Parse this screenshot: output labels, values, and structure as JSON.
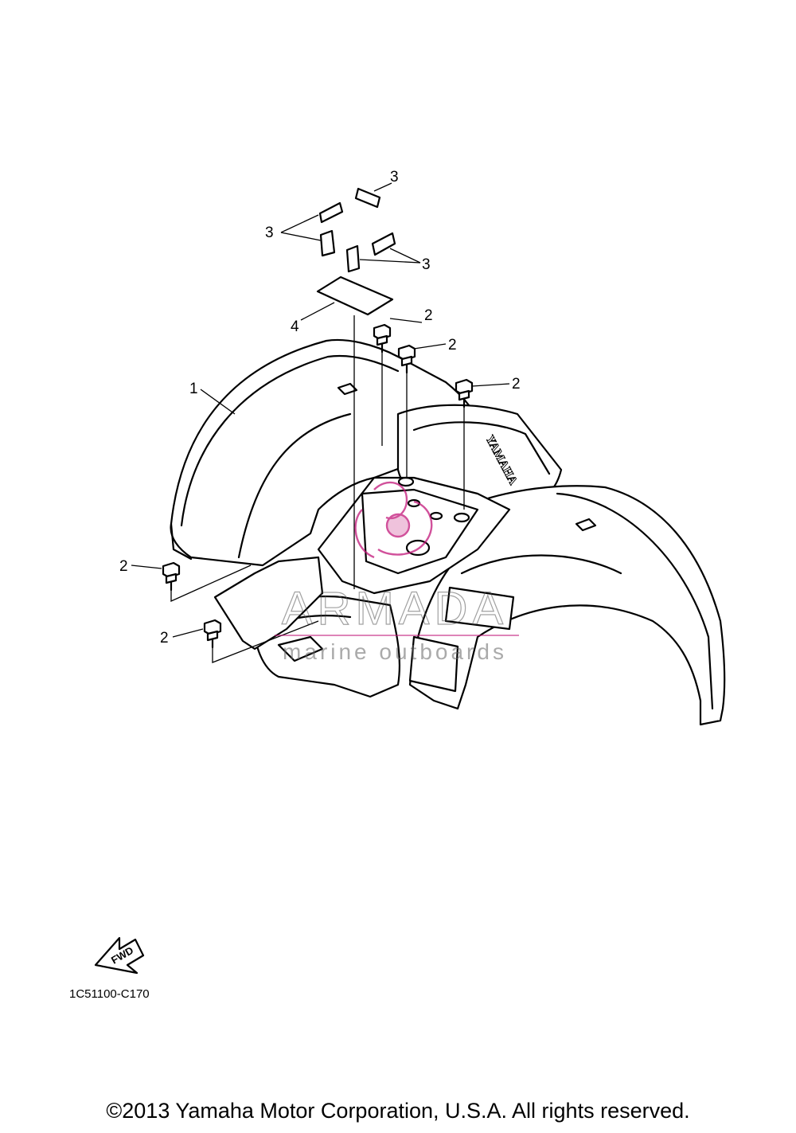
{
  "callouts": {
    "part_1": "1",
    "part_2": "2",
    "part_3": "3",
    "part_4": "4"
  },
  "fender_logo": "YAMAHA",
  "watermark": {
    "brand": "ARMADA",
    "tagline": "marine outboards",
    "color": "#c2187a"
  },
  "fwd_label": "FWD",
  "diagram_code": "1C51100-C170",
  "copyright": "©2013 Yamaha Motor Corporation, U.S.A. All rights reserved."
}
